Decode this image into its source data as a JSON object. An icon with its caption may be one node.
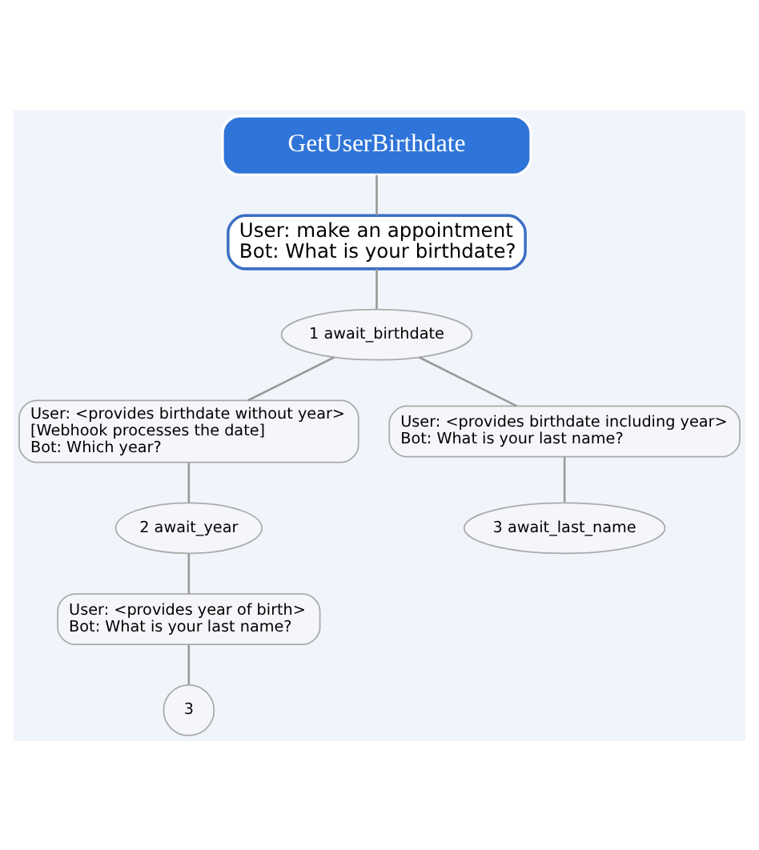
{
  "diagram": {
    "nodes": [
      {
        "text": [
          "GetUserBirthdate"
        ]
      },
      {
        "text": [
          "User: make an appointment",
          "Bot: What is your birthdate?"
        ]
      },
      {
        "text": [
          "1 await_birthdate"
        ]
      },
      {
        "text": [
          "User: <provides birthdate without year>",
          "[Webhook processes the date]",
          "Bot: Which year?"
        ]
      },
      {
        "text": [
          "User: <provides birthdate including year>",
          "Bot: What is your last name?"
        ]
      },
      {
        "text": [
          "2 await_year"
        ]
      },
      {
        "text": [
          "3 await_last_name"
        ]
      },
      {
        "text": [
          "User: <provides year of birth>",
          "Bot: What is your last name?"
        ]
      },
      {
        "text": [
          "3"
        ]
      }
    ],
    "edges": [
      {
        "from": 0,
        "to": 1,
        "arrow": "none"
      },
      {
        "from": 1,
        "to": 2,
        "arrow": "none"
      },
      {
        "from": 2,
        "to": 3,
        "arrow": "none"
      },
      {
        "from": 2,
        "to": 4,
        "arrow": "none"
      },
      {
        "from": 3,
        "to": 5,
        "arrow": "none"
      },
      {
        "from": 4,
        "to": 6,
        "arrow": "none"
      },
      {
        "from": 5,
        "to": 7,
        "arrow": "none"
      },
      {
        "from": 7,
        "to": 8,
        "arrow": "none"
      }
    ]
  }
}
